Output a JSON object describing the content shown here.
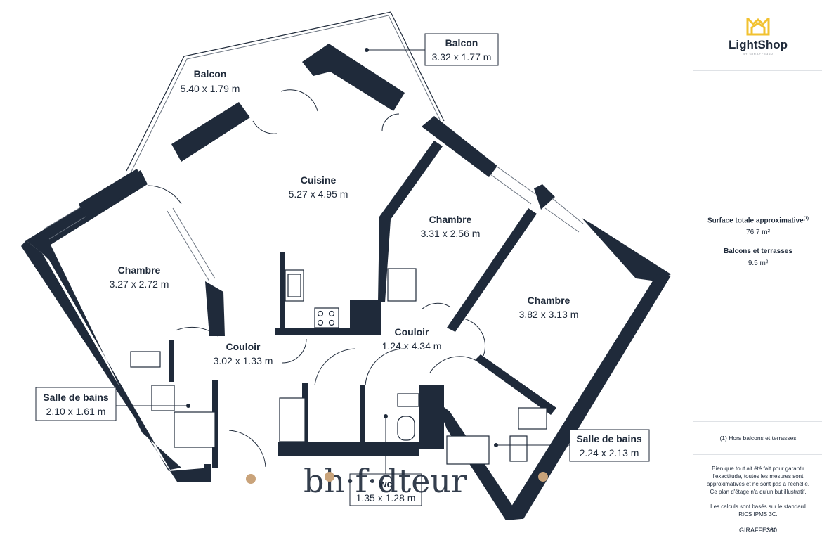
{
  "rooms": {
    "balcon_left": {
      "name": "Balcon",
      "dim": "5.40 x 1.79 m"
    },
    "balcon_right": {
      "name": "Balcon",
      "dim": "3.32 x 1.77 m"
    },
    "cuisine": {
      "name": "Cuisine",
      "dim": "5.27 x 4.95 m"
    },
    "chambre_left": {
      "name": "Chambre",
      "dim": "3.27 x 2.72 m"
    },
    "chambre_center": {
      "name": "Chambre",
      "dim": "3.31 x 2.56 m"
    },
    "chambre_right": {
      "name": "Chambre",
      "dim": "3.82 x 3.13 m"
    },
    "couloir_left": {
      "name": "Couloir",
      "dim": "3.02 x 1.33 m"
    },
    "couloir_right": {
      "name": "Couloir",
      "dim": "1.24 x 4.34 m"
    },
    "sdb_left": {
      "name": "Salle de bains",
      "dim": "2.10 x 1.61 m"
    },
    "sdb_right": {
      "name": "Salle de bains",
      "dim": "2.24 x 2.13 m"
    },
    "wc": {
      "name": "wc",
      "dim": "1.35 x 1.28 m"
    }
  },
  "watermark": {
    "text": "bh·f·dteur"
  },
  "sidebar": {
    "brand": "LightShop",
    "brand_tagline": "BY GIRAFFE360",
    "surface_label": "Surface totale approximative",
    "surface_sup": "(1)",
    "surface_value": "76.7 m²",
    "balcons_label": "Balcons et terrasses",
    "balcons_value": "9.5 m²",
    "note": "(1) Hors balcons et terrasses",
    "disclaimer_1": "Bien que tout ait été fait pour garantir l'exactitude, toutes les mesures sont approximatives et ne sont pas à l'échelle. Ce plan d'étage n'a qu'un but illustratif.",
    "disclaimer_2": "Les calculs sont basés sur le standard RICS IPMS 3C.",
    "footer_brand_a": "GIRAFFE",
    "footer_brand_b": "360"
  },
  "colors": {
    "wall": "#1f2a3a",
    "accent": "#f2c230",
    "watermark_dot": "#c9a37a"
  }
}
